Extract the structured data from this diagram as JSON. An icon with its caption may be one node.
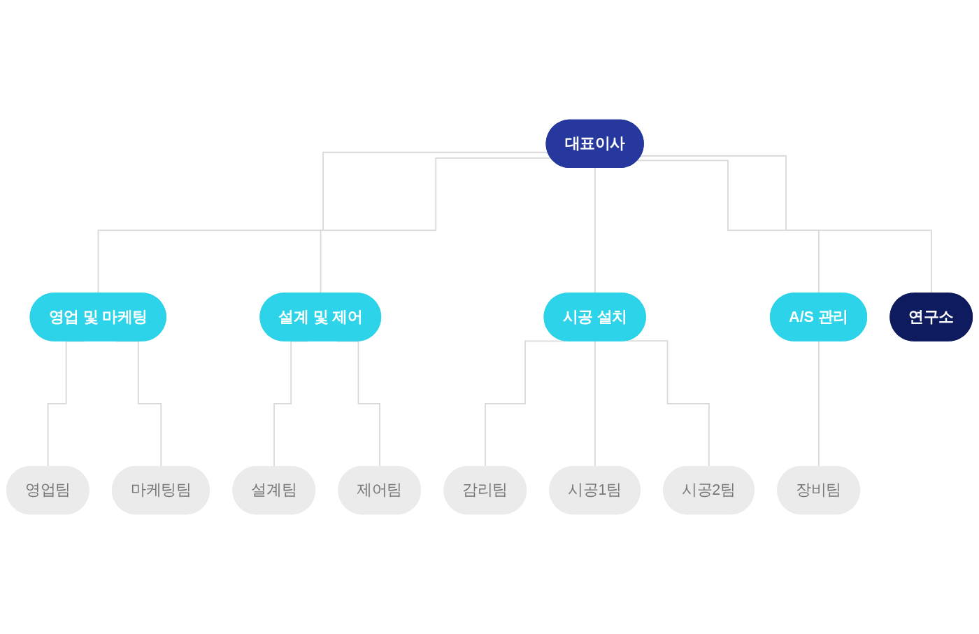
{
  "diagram": {
    "nodes": [
      {
        "text": [
          "대표이사"
        ]
      },
      {
        "text": [
          "연구소"
        ]
      },
      {
        "text": [
          "영업 및 마케팅"
        ]
      },
      {
        "text": [
          "설계 및 제어"
        ]
      },
      {
        "text": [
          "시공 설치"
        ]
      },
      {
        "text": [
          "A/S 관리"
        ]
      },
      {
        "text": [
          "영업팀"
        ]
      },
      {
        "text": [
          "마케팅팀"
        ]
      },
      {
        "text": [
          "설계팀"
        ]
      },
      {
        "text": [
          "제어팀"
        ]
      },
      {
        "text": [
          "감리팀"
        ]
      },
      {
        "text": [
          "시공1팀"
        ]
      },
      {
        "text": [
          "시공2팀"
        ]
      },
      {
        "text": [
          "장비팀"
        ]
      }
    ],
    "edges": [
      {
        "from": 0,
        "to": 1,
        "arrow": "none"
      },
      {
        "from": 0,
        "to": 2,
        "arrow": "none"
      },
      {
        "from": 0,
        "to": 3,
        "arrow": "none"
      },
      {
        "from": 0,
        "to": 4,
        "arrow": "none"
      },
      {
        "from": 0,
        "to": 5,
        "arrow": "none"
      },
      {
        "from": 2,
        "to": 6,
        "arrow": "none"
      },
      {
        "from": 2,
        "to": 7,
        "arrow": "none"
      },
      {
        "from": 3,
        "to": 8,
        "arrow": "none"
      },
      {
        "from": 3,
        "to": 9,
        "arrow": "none"
      },
      {
        "from": 4,
        "to": 10,
        "arrow": "none"
      },
      {
        "from": 4,
        "to": 11,
        "arrow": "none"
      },
      {
        "from": 4,
        "to": 12,
        "arrow": "none"
      },
      {
        "from": 5,
        "to": 13,
        "arrow": "none"
      }
    ]
  }
}
